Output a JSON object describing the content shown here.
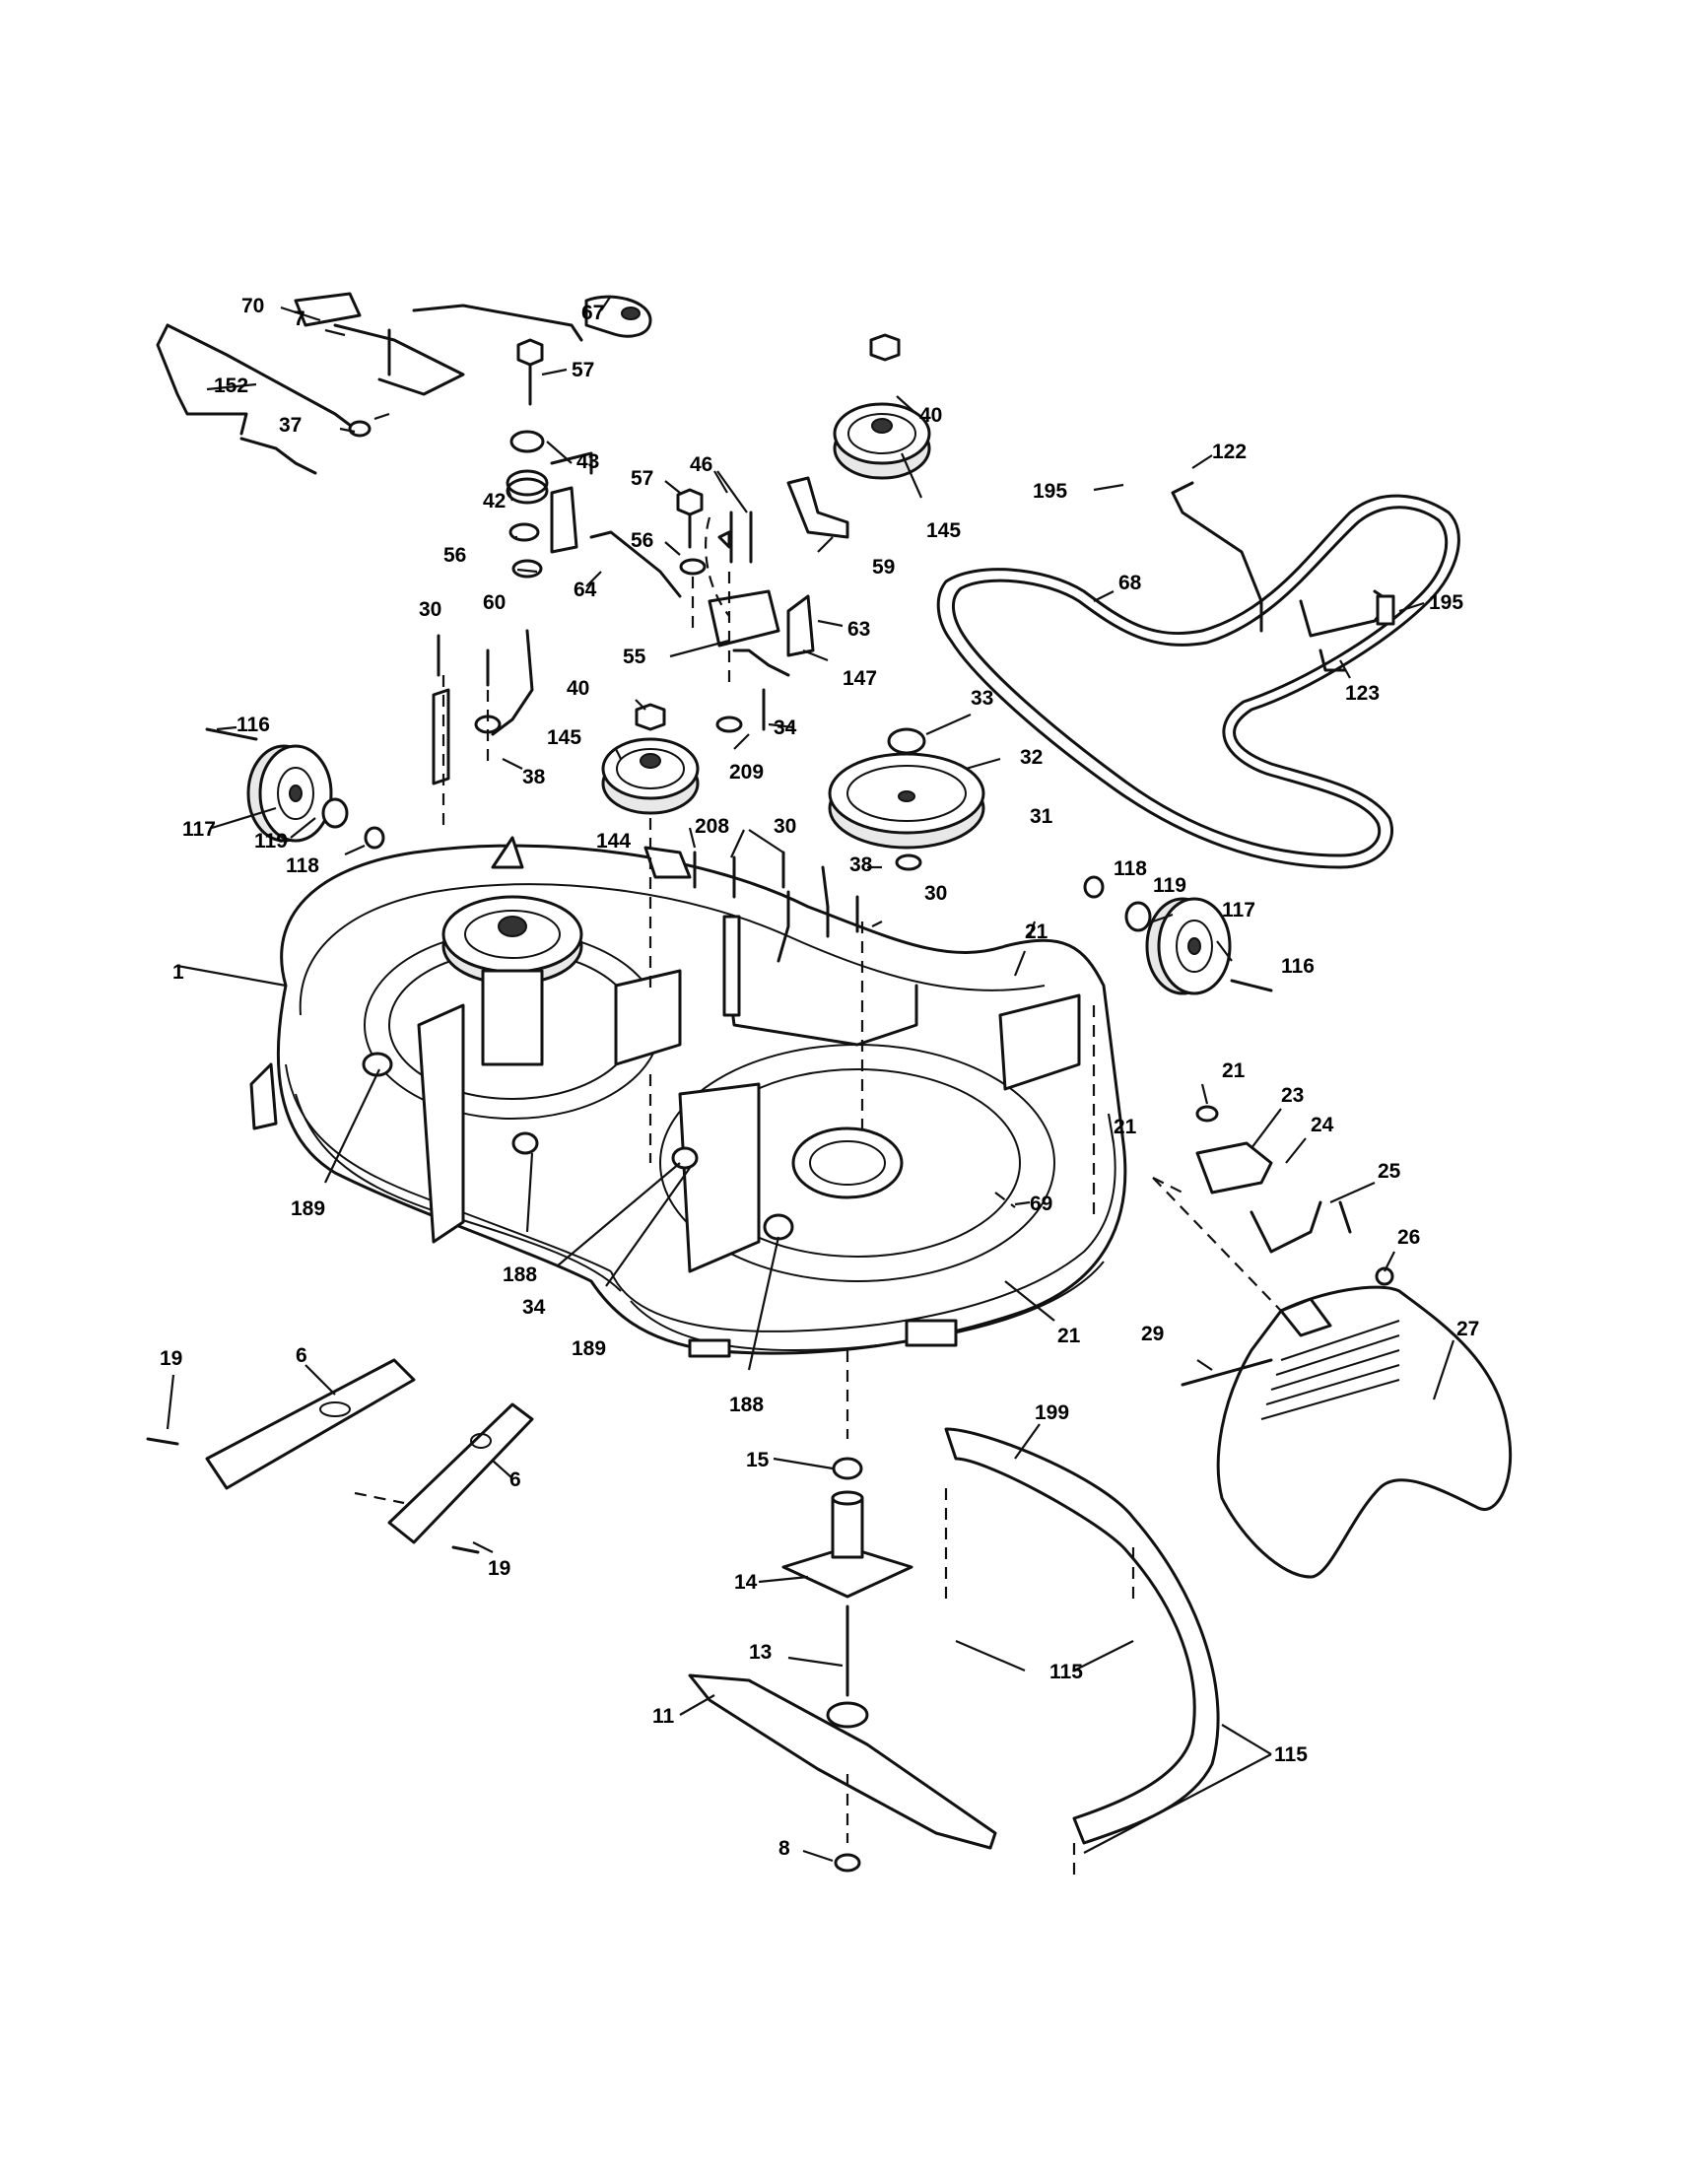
{
  "diagram": {
    "callouts": [
      "70",
      "67",
      "7",
      "152",
      "57",
      "37",
      "40",
      "43",
      "122",
      "42",
      "57",
      "46",
      "195",
      "56",
      "56",
      "60",
      "64",
      "145",
      "59",
      "68",
      "63",
      "195",
      "30",
      "55",
      "147",
      "123",
      "40",
      "33",
      "34",
      "116",
      "145",
      "32",
      "209",
      "38",
      "117",
      "119",
      "144",
      "208",
      "30",
      "31",
      "118",
      "38",
      "30",
      "118",
      "119",
      "117",
      "1",
      "21",
      "116",
      "21",
      "21",
      "23",
      "24",
      "25",
      "189",
      "69",
      "26",
      "188",
      "34",
      "189",
      "21",
      "29",
      "27",
      "188",
      "19",
      "6",
      "199",
      "15",
      "6",
      "19",
      "14",
      "115",
      "13",
      "115",
      "11",
      "8"
    ]
  }
}
